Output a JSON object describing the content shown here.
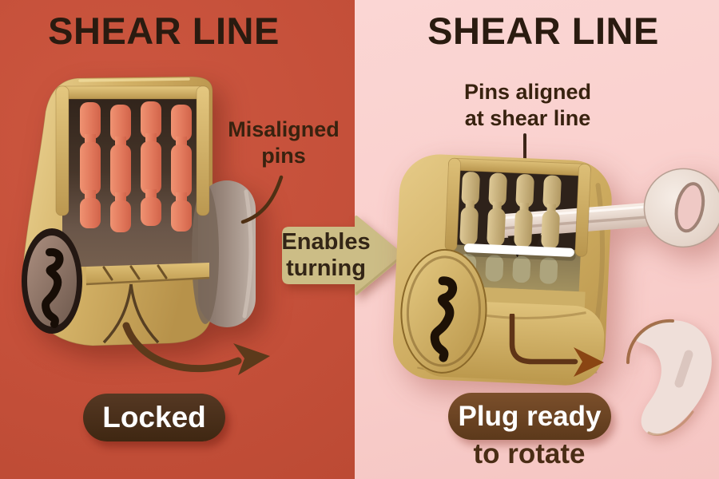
{
  "left": {
    "title": "SHEAR LINE",
    "annotation": {
      "line1": "Misaligned",
      "line2": "pins"
    },
    "badge": "Locked",
    "state": "locked",
    "colors": {
      "background": "#C5503A",
      "pins": "#E17A5B",
      "badge": "#4C3120",
      "lock_body": "#D3B168",
      "plug_cylinder": "#9A887D"
    }
  },
  "center": {
    "arrow_label": {
      "line1": "Enables",
      "line2": "turning"
    },
    "colors": {
      "arrow": "#CCBD86"
    }
  },
  "right": {
    "title": "SHEAR LINE",
    "annotation": {
      "line1": "Pins aligned",
      "line2": "at shear line"
    },
    "badge": {
      "line1": "Plug ready",
      "line2": "to rotate"
    },
    "state": "unlocked",
    "colors": {
      "background": "#F9CFCC",
      "pins": "#CBB687",
      "shear_line": "#FFFFFF",
      "badge": "#6D4425",
      "key": "#E8DAD0"
    }
  }
}
